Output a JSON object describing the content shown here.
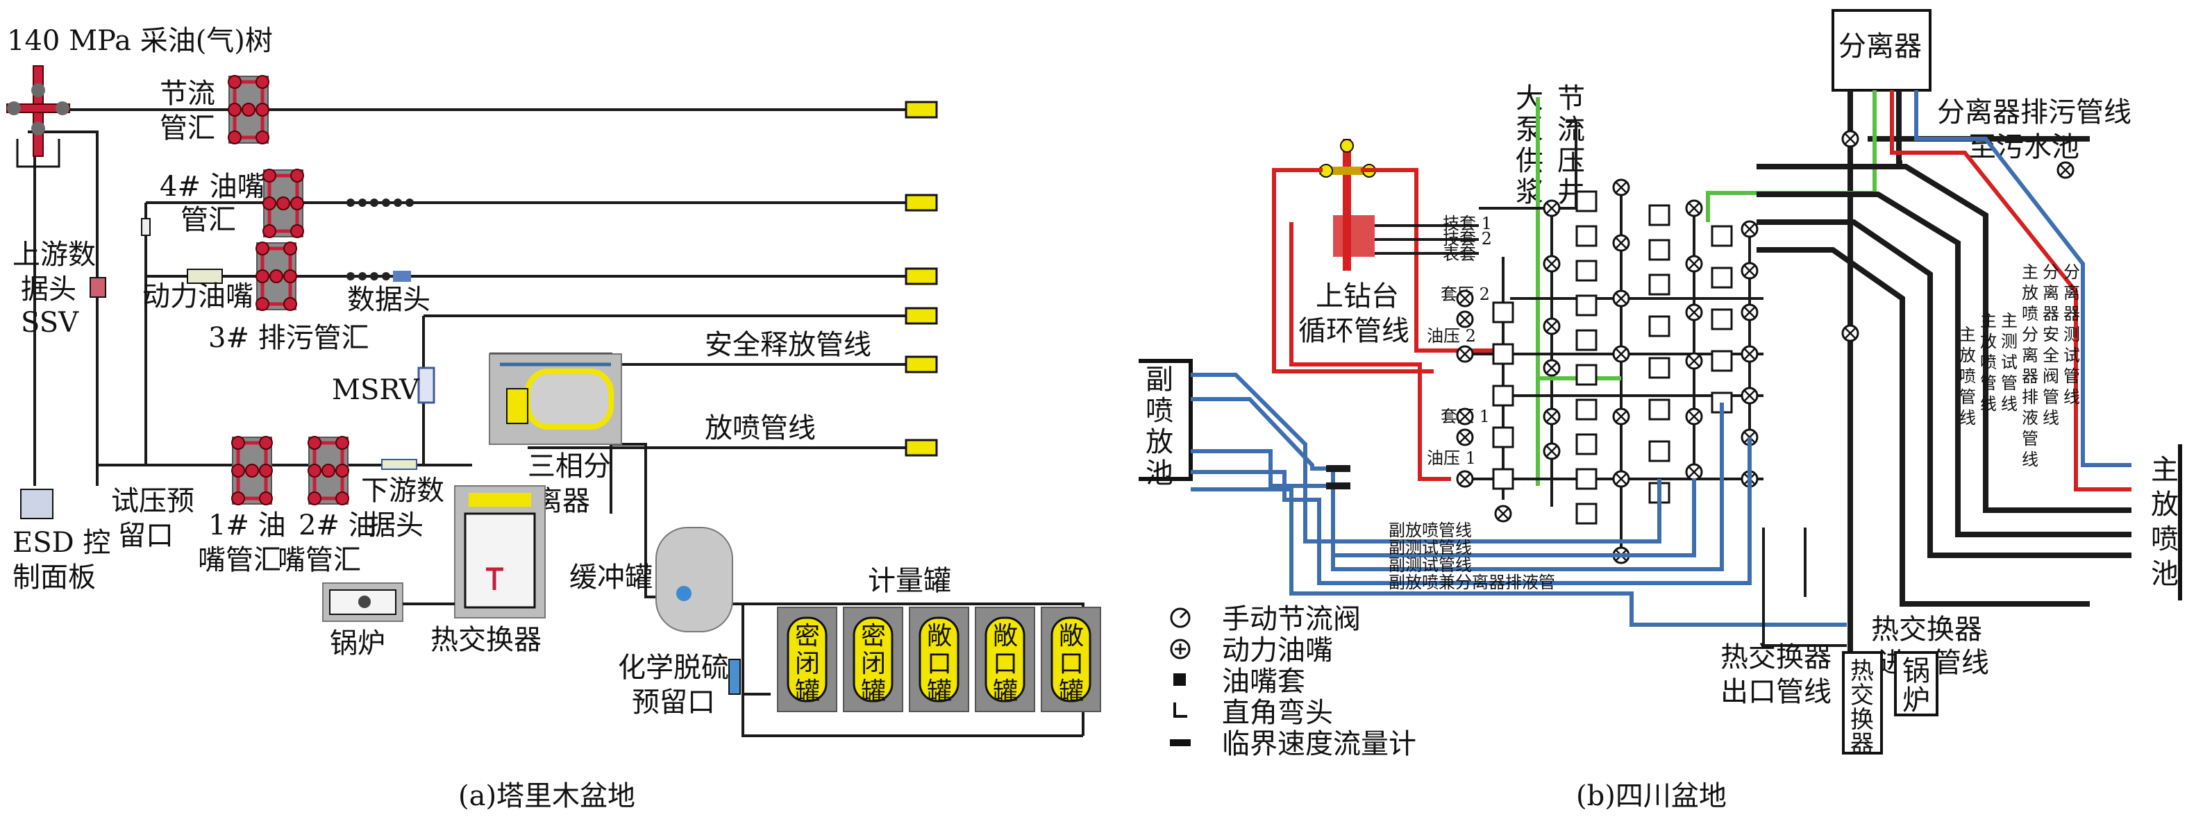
{
  "left": {
    "tree_label": "140 MPa 采油(气)树",
    "choke_manifold": [
      "节流",
      "管汇"
    ],
    "nozzle4": [
      "4# 油嘴",
      "管汇"
    ],
    "power_nozzle": "动力油嘴",
    "data_head": "数据头",
    "drain3": "3# 排污管汇",
    "upstream": [
      "上游数",
      "据头",
      "SSV"
    ],
    "msrv": "MSRV",
    "safety_line": "安全释放管线",
    "blowout_line": "放喷管线",
    "three_phase": [
      "三相分",
      "离器"
    ],
    "test_reserve": [
      "试压预",
      "留口"
    ],
    "nozzle1": [
      "1# 油",
      "嘴管汇"
    ],
    "nozzle2": [
      "2# 油",
      "嘴管汇"
    ],
    "downstream": [
      "下游数",
      "据头"
    ],
    "esd": [
      "ESD 控",
      "制面板"
    ],
    "buffer": "缓冲罐",
    "metering": "计量罐",
    "boiler": "锅炉",
    "heat_exchanger": "热交换器",
    "desulfur": [
      "化学脱硫",
      "预留口"
    ],
    "tanks": [
      [
        "密",
        "闭",
        "罐"
      ],
      [
        "密",
        "闭",
        "罐"
      ],
      [
        "敞",
        "口",
        "罐"
      ],
      [
        "敞",
        "口",
        "罐"
      ],
      [
        "敞",
        "口",
        "罐"
      ]
    ],
    "caption": "(a)塔里木盆地"
  },
  "right": {
    "separator": "分离器",
    "separator_drain": [
      "分离器排污管线",
      "至污水池"
    ],
    "big_pump": [
      "大",
      "泵",
      "供",
      "浆"
    ],
    "choke_kill": [
      "节",
      "流",
      "压",
      "井"
    ],
    "rig_circ": [
      "上钻台",
      "循环管线"
    ],
    "casing_labels": [
      "技套 1",
      "技套 2",
      "表套"
    ],
    "press_labels": [
      "套压 2",
      "油压 2",
      "套压 1",
      "油压 1"
    ],
    "aux_pit": [
      "副",
      "喷",
      "放",
      "池"
    ],
    "main_pit": [
      "主",
      "放",
      "喷",
      "池"
    ],
    "vlines": [
      [
        "主",
        "放",
        "喷",
        "管",
        "线"
      ],
      [
        "主",
        "放",
        "喷",
        "管",
        "线"
      ],
      [
        "主",
        "测",
        "试",
        "管",
        "线"
      ],
      [
        "主",
        "放",
        "喷",
        "分",
        "离",
        "器",
        "排",
        "液",
        "管",
        "线"
      ],
      [
        "分",
        "离",
        "器",
        "安",
        "全",
        "阀",
        "管",
        "线"
      ],
      [
        "分",
        "离",
        "器",
        "测",
        "试",
        "管",
        "线"
      ]
    ],
    "aux_lines": [
      "副放喷管线",
      "副测试管线",
      "副测试管线",
      "副放喷兼分离器排液管"
    ],
    "hx_in": [
      "热交换器",
      "进口管线"
    ],
    "hx_out": [
      "热交换器",
      "出口管线"
    ],
    "hx_box": [
      "热",
      "交",
      "换",
      "器"
    ],
    "boiler_box": [
      "锅",
      "炉"
    ],
    "legend": [
      "手动节流阀",
      "动力油嘴",
      "油嘴套",
      "直角弯头",
      "临界速度流量计"
    ],
    "caption": "(b)四川盆地"
  }
}
